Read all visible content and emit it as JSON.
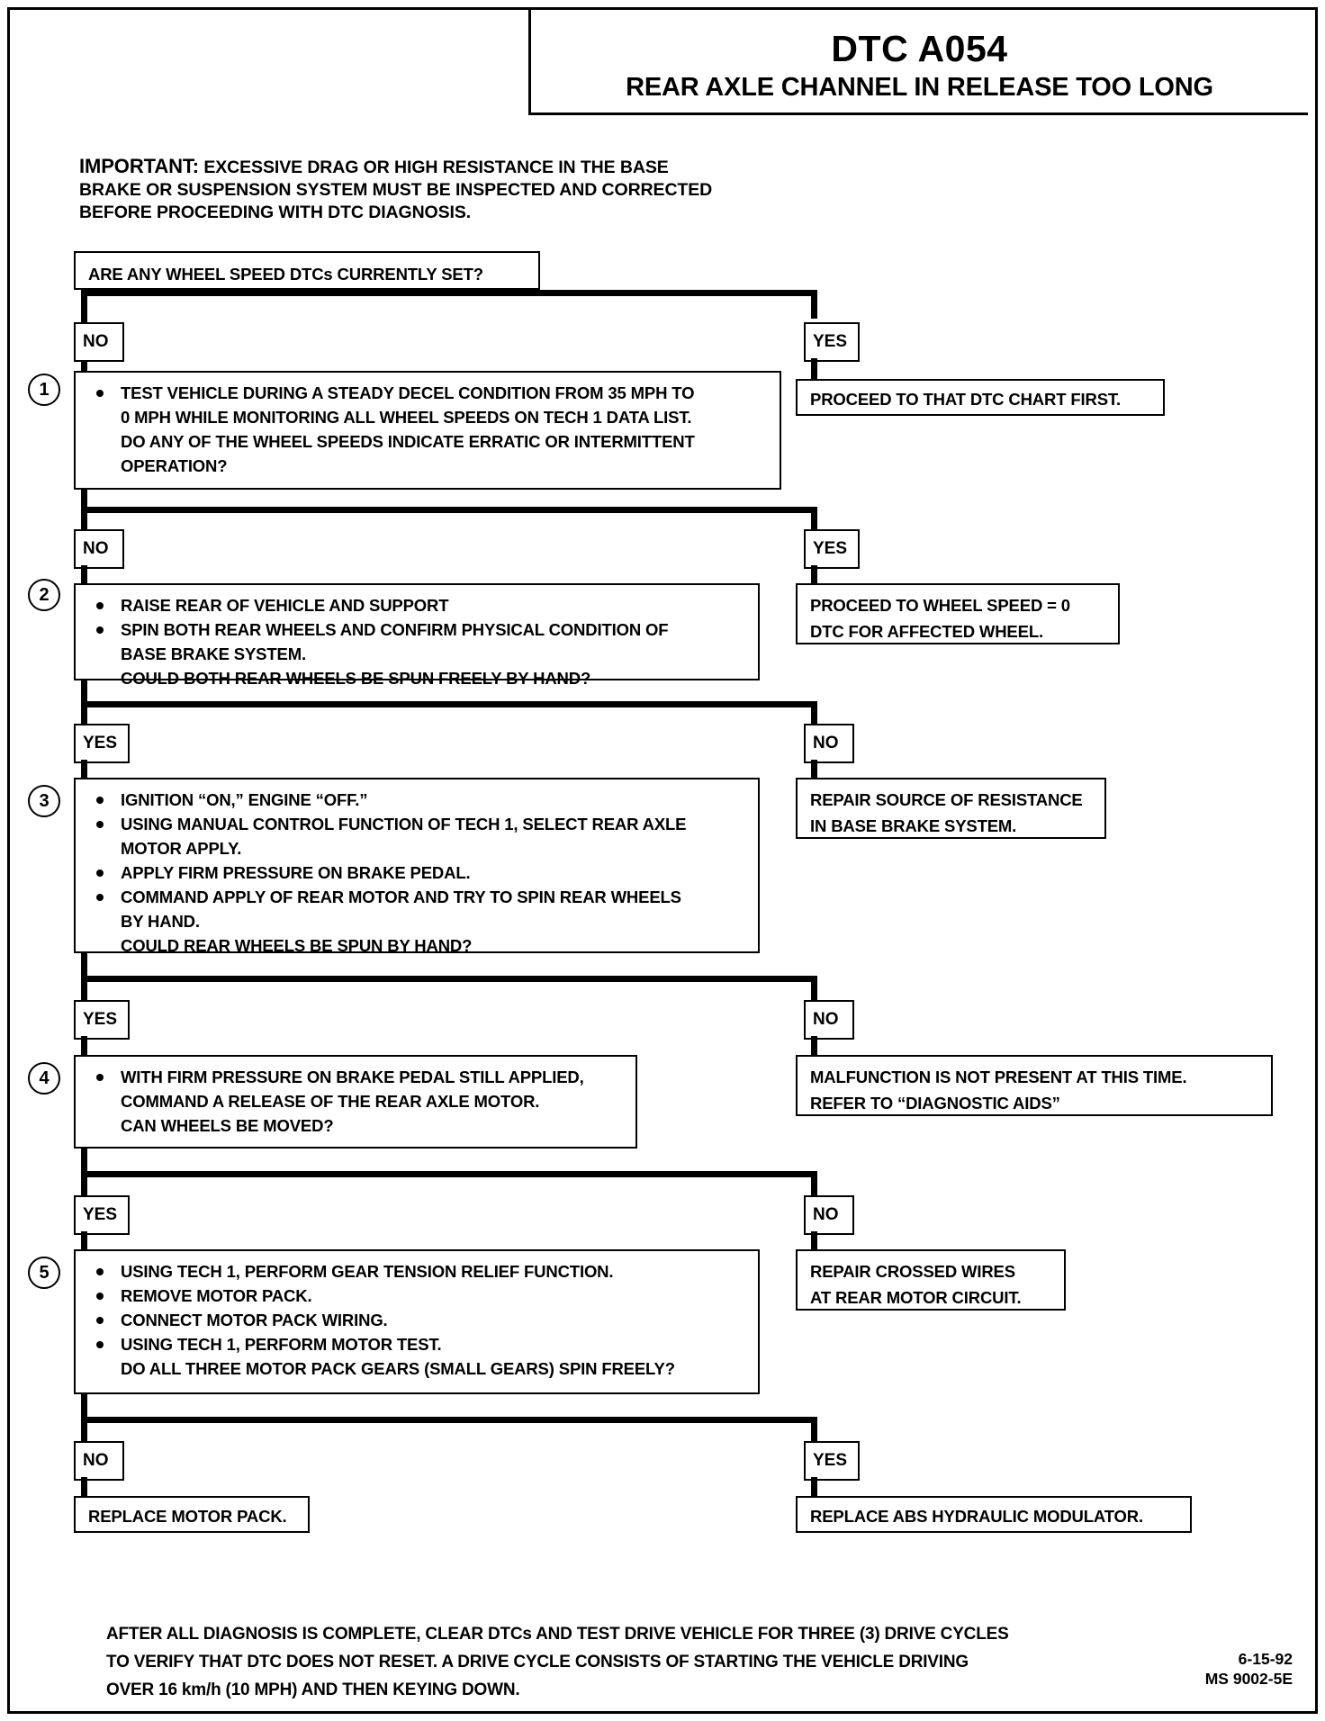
{
  "header": {
    "code": "DTC A054",
    "title": "REAR AXLE CHANNEL IN RELEASE TOO LONG"
  },
  "important": {
    "lead": "IMPORTANT:",
    "line1": "EXCESSIVE DRAG OR HIGH RESISTANCE IN THE BASE",
    "line2": "BRAKE OR SUSPENSION SYSTEM MUST BE INSPECTED AND CORRECTED",
    "line3": "BEFORE PROCEEDING WITH DTC DIAGNOSIS."
  },
  "q0": {
    "text": "ARE ANY WHEEL SPEED DTCs CURRENTLY SET?",
    "no_label": "NO",
    "yes_label": "YES",
    "yes_result": "PROCEED TO THAT DTC CHART FIRST."
  },
  "step1": {
    "number": "1",
    "b1_l1": "TEST VEHICLE DURING A STEADY DECEL CONDITION FROM 35 MPH TO",
    "b1_l2": "0 MPH WHILE MONITORING ALL WHEEL SPEEDS ON TECH 1 DATA LIST.",
    "b1_l3": "DO ANY OF THE WHEEL SPEEDS INDICATE ERRATIC OR INTERMITTENT",
    "b1_l4": "OPERATION?",
    "no_label": "NO",
    "yes_label": "YES",
    "yes_result_l1": "PROCEED TO WHEEL SPEED = 0",
    "yes_result_l2": "DTC FOR AFFECTED WHEEL."
  },
  "step2": {
    "number": "2",
    "b1": "RAISE REAR OF VEHICLE AND SUPPORT",
    "b2_l1": "SPIN BOTH REAR WHEELS AND CONFIRM PHYSICAL CONDITION OF",
    "b2_l2": "BASE BRAKE SYSTEM.",
    "b2_l3": "COULD BOTH REAR WHEELS BE SPUN FREELY BY HAND?",
    "yes_label": "YES",
    "no_label": "NO",
    "no_result_l1": "REPAIR SOURCE OF RESISTANCE",
    "no_result_l2": "IN BASE BRAKE SYSTEM."
  },
  "step3": {
    "number": "3",
    "b1": "IGNITION “ON,” ENGINE “OFF.”",
    "b2_l1": "USING MANUAL CONTROL FUNCTION OF TECH 1, SELECT REAR AXLE",
    "b2_l2": "MOTOR APPLY.",
    "b3": "APPLY FIRM PRESSURE ON BRAKE PEDAL.",
    "b4_l1": "COMMAND APPLY OF REAR MOTOR AND TRY TO SPIN REAR WHEELS",
    "b4_l2": "BY HAND.",
    "b4_l3": "COULD REAR WHEELS BE SPUN BY HAND?",
    "yes_label": "YES",
    "no_label": "NO",
    "no_result_l1": "MALFUNCTION IS NOT PRESENT AT THIS TIME.",
    "no_result_l2": "REFER TO “DIAGNOSTIC AIDS”"
  },
  "step4": {
    "number": "4",
    "b1_l1": "WITH FIRM PRESSURE ON BRAKE PEDAL STILL APPLIED,",
    "b1_l2": "COMMAND A RELEASE OF THE REAR AXLE MOTOR.",
    "b1_l3": "CAN WHEELS BE MOVED?",
    "yes_label": "YES",
    "no_label": "NO",
    "no_result_l1": "REPAIR CROSSED WIRES",
    "no_result_l2": "AT REAR MOTOR CIRCUIT."
  },
  "step5": {
    "number": "5",
    "b1": "USING TECH 1, PERFORM GEAR TENSION RELIEF FUNCTION.",
    "b2": "REMOVE MOTOR PACK.",
    "b3": "CONNECT MOTOR PACK WIRING.",
    "b4_l1": "USING TECH 1, PERFORM MOTOR TEST.",
    "b4_l2": "DO ALL THREE MOTOR PACK GEARS (SMALL GEARS) SPIN FREELY?",
    "no_label": "NO",
    "yes_label": "YES",
    "no_result": "REPLACE MOTOR PACK.",
    "yes_result": "REPLACE ABS HYDRAULIC MODULATOR."
  },
  "footer": {
    "line1": "AFTER ALL DIAGNOSIS IS COMPLETE, CLEAR DTCs AND TEST DRIVE VEHICLE FOR THREE (3) DRIVE CYCLES",
    "line2": "TO VERIFY THAT DTC DOES NOT RESET.  A DRIVE CYCLE CONSISTS OF STARTING THE VEHICLE DRIVING",
    "line3": "OVER 16 km/h (10 MPH) AND THEN KEYING DOWN.",
    "date": "6-15-92",
    "doc_id": "MS 9002-5E"
  },
  "colors": {
    "ink": "#000000",
    "paper": "#ffffff"
  }
}
